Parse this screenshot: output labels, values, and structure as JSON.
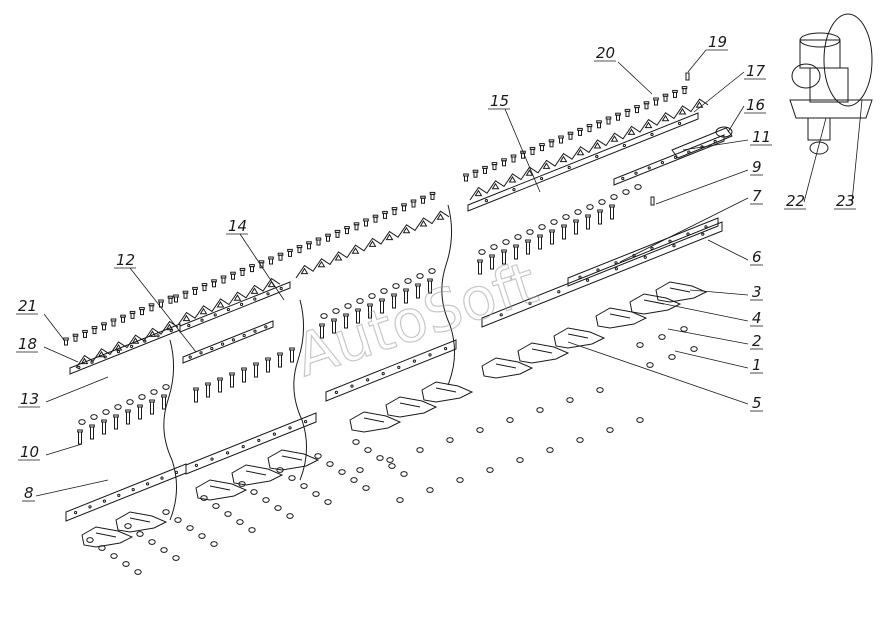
{
  "watermark": "AutoSoft",
  "callouts": [
    {
      "id": "1",
      "text": "1"
    },
    {
      "id": "2",
      "text": "2"
    },
    {
      "id": "3",
      "text": "3"
    },
    {
      "id": "4",
      "text": "4"
    },
    {
      "id": "5",
      "text": "5"
    },
    {
      "id": "6",
      "text": "6"
    },
    {
      "id": "7",
      "text": "7"
    },
    {
      "id": "8",
      "text": "8"
    },
    {
      "id": "9",
      "text": "9"
    },
    {
      "id": "10",
      "text": "10"
    },
    {
      "id": "11",
      "text": "11"
    },
    {
      "id": "12",
      "text": "12"
    },
    {
      "id": "13",
      "text": "13"
    },
    {
      "id": "14",
      "text": "14"
    },
    {
      "id": "15",
      "text": "15"
    },
    {
      "id": "16",
      "text": "16"
    },
    {
      "id": "17",
      "text": "17"
    },
    {
      "id": "18",
      "text": "18"
    },
    {
      "id": "19",
      "text": "19"
    },
    {
      "id": "20",
      "text": "20"
    },
    {
      "id": "21",
      "text": "21"
    },
    {
      "id": "22",
      "text": "22"
    },
    {
      "id": "23",
      "text": "23"
    }
  ],
  "colors": {
    "line": "#1a1a1a",
    "watermark": "#9a9a9a",
    "background": "#ffffff"
  }
}
